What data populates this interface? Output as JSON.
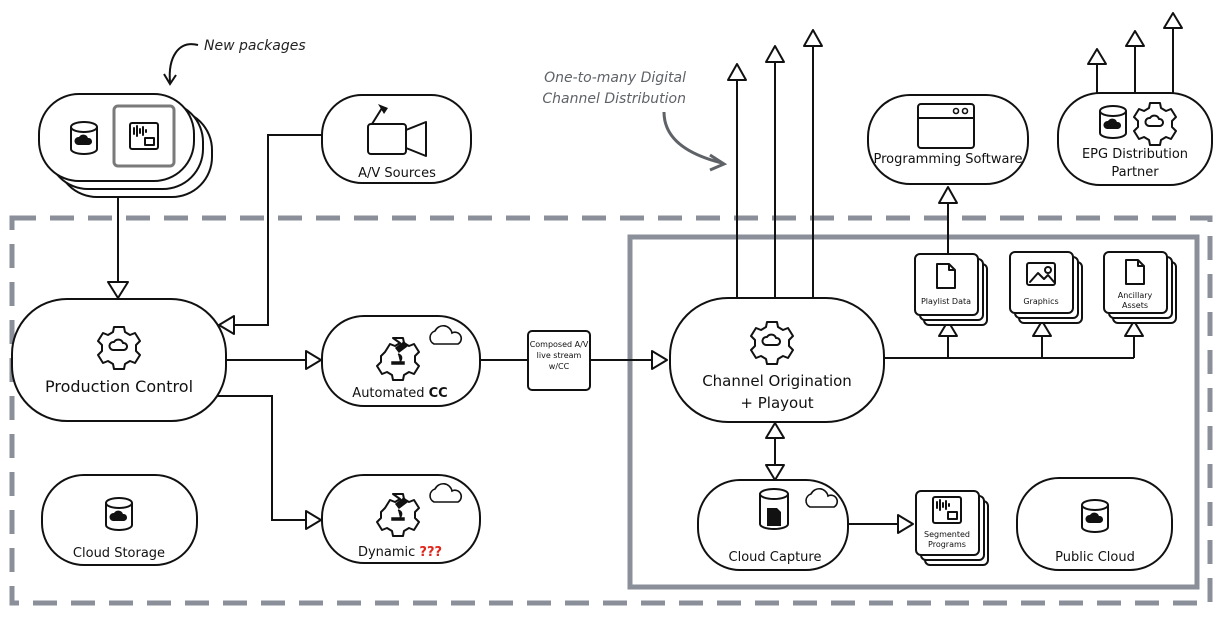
{
  "annotations": {
    "new_packages": "New packages",
    "one_to_many_line1": "One-to-many Digital",
    "one_to_many_line2": "Channel Distribution"
  },
  "nodes": {
    "av_sources": "A/V Sources",
    "production_control": "Production Control",
    "automated_cc_prefix": "Automated ",
    "automated_cc_bold": "CC",
    "dynamic_prefix": "Dynamic ",
    "dynamic_marks": "???",
    "cloud_storage": "Cloud Storage",
    "composed_line1": "Composed A/V",
    "composed_line2": "live stream",
    "composed_line3": "w/CC",
    "channel_origination_line1": "Channel Origination",
    "channel_origination_line2": "+ Playout",
    "programming_software": "Programming Software",
    "epg_line1": "EPG Distribution",
    "epg_line2": "Partner",
    "playlist_data": "Playlist Data",
    "graphics": "Graphics",
    "ancillary_line1": "Ancillary",
    "ancillary_line2": "Assets",
    "cloud_capture": "Cloud Capture",
    "segmented_line1": "Segmented",
    "segmented_line2": "Programs",
    "public_cloud": "Public Cloud"
  },
  "colors": {
    "stroke": "#111111",
    "boundary_gray": "#8a8f99",
    "annotation_gray": "#5f6368",
    "alert_red": "#e1261c"
  },
  "icons": [
    "database-cloud-icon",
    "media-package-icon",
    "video-camera-icon",
    "gear-cloud-icon",
    "gear-microscope-icon",
    "cloud-icon",
    "document-icon",
    "image-icon",
    "browser-window-icon",
    "sd-card-icon"
  ]
}
